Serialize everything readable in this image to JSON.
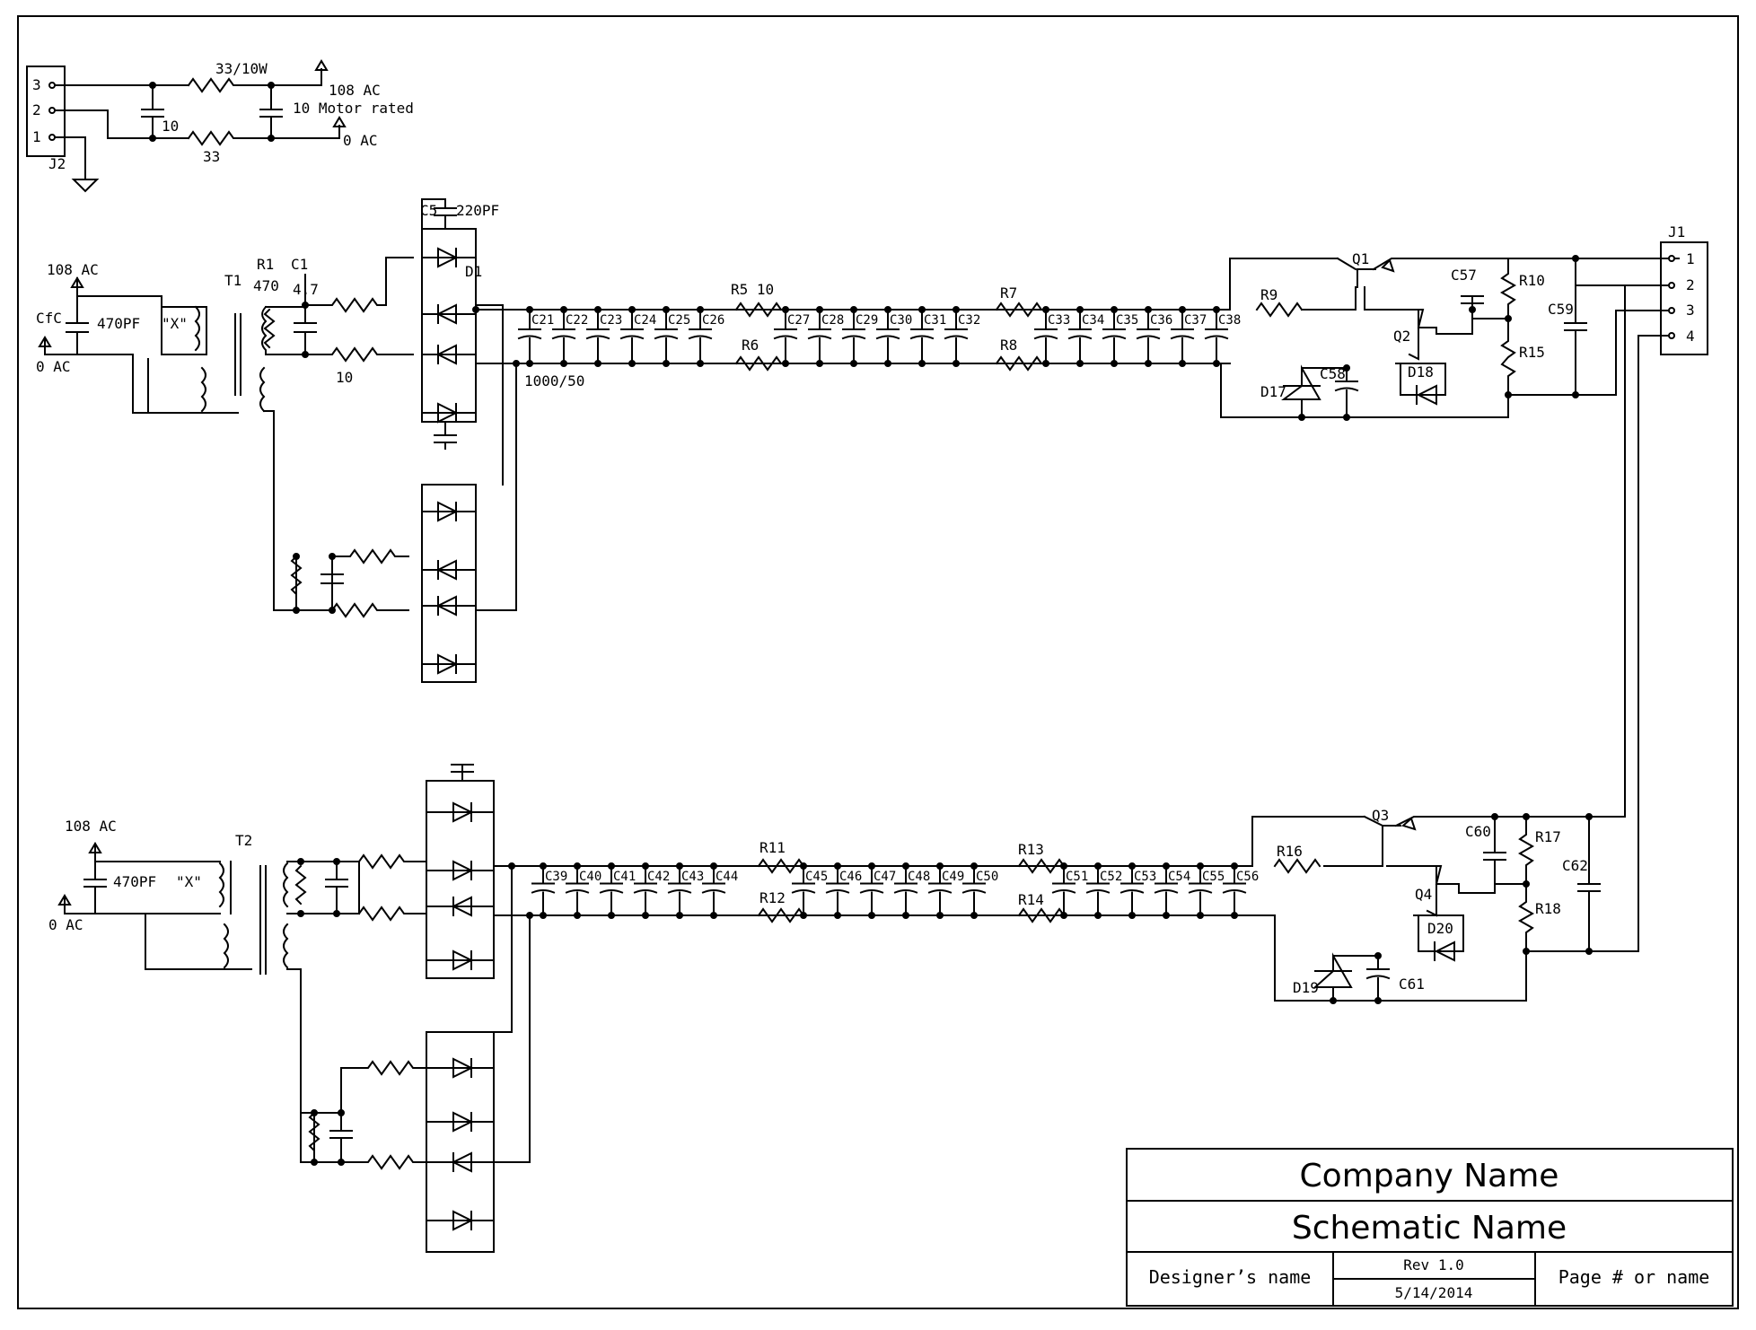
{
  "title_block": {
    "company": "Company Name",
    "schematic": "Schematic Name",
    "designer": "Designer’s name",
    "rev": "Rev 1.0",
    "date": "5/14/2014",
    "page": "Page # or name"
  },
  "j2": {
    "ref": "J2",
    "pins": [
      "3",
      "2",
      "1"
    ],
    "r_top": "33/10W",
    "r_bottom": "33",
    "c_left": "10",
    "c_right": "10 Motor rated",
    "v_top": "108 AC",
    "v_bottom": "0 AC"
  },
  "j1": {
    "ref": "J1",
    "pins": [
      "1",
      "2",
      "3",
      "4"
    ]
  },
  "upper": {
    "v_top": "108 AC",
    "v_bottom": "0 AC",
    "cfc": "CfC",
    "c_in": "470PF",
    "x_label": "\"X\"",
    "t": "T1",
    "r1_ref": "R1",
    "r1_val": "470",
    "c1_ref": "C1",
    "c1_val": "4.7",
    "r_sec": "10",
    "c5_ref": "C5",
    "c5_val": "220PF",
    "d1": "D1",
    "bulk": "1000/50",
    "r5": "R5 10",
    "r6": "R6",
    "r7": "R7",
    "r8": "R8",
    "caps_a": [
      "C21",
      "C22",
      "C23",
      "C24",
      "C25",
      "C26"
    ],
    "caps_b": [
      "C27",
      "C28",
      "C29",
      "C30",
      "C31",
      "C32"
    ],
    "caps_c": [
      "C33",
      "C34",
      "C35",
      "C36",
      "C37",
      "C38"
    ],
    "r9": "R9",
    "q1": "Q1",
    "q2": "Q2",
    "c57": "C57",
    "r10": "R10",
    "c59": "C59",
    "r15": "R15",
    "d17": "D17",
    "c58": "C58",
    "d18": "D18"
  },
  "lower": {
    "v_top": "108 AC",
    "v_bottom": "0 AC",
    "c_in": "470PF",
    "x_label": "\"X\"",
    "t": "T2",
    "r11": "R11",
    "r12": "R12",
    "r13": "R13",
    "r14": "R14",
    "caps_a": [
      "C39",
      "C40",
      "C41",
      "C42",
      "C43",
      "C44"
    ],
    "caps_b": [
      "C45",
      "C46",
      "C47",
      "C48",
      "C49",
      "C50"
    ],
    "caps_c": [
      "C51",
      "C52",
      "C53",
      "C54",
      "C55",
      "C56"
    ],
    "r16": "R16",
    "q3": "Q3",
    "q4": "Q4",
    "c60": "C60",
    "r17": "R17",
    "c62": "C62",
    "r18": "R18",
    "d19": "D19",
    "c61": "C61",
    "d20": "D20"
  }
}
